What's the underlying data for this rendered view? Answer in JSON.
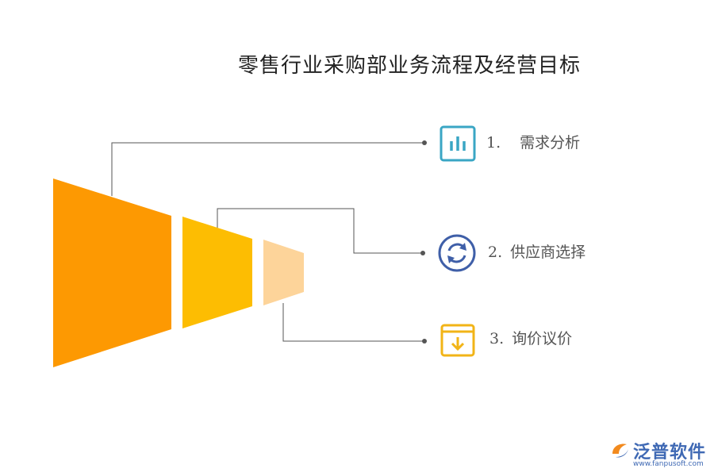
{
  "title": "零售行业采购部业务流程及经营目标",
  "steps": [
    {
      "num": "1.",
      "label": "需求分析",
      "icon": "bar-chart-icon",
      "color": "#3aa6c4"
    },
    {
      "num": "2.",
      "label": "供应商选择",
      "icon": "refresh-icon",
      "color": "#3f5fa8"
    },
    {
      "num": "3.",
      "label": "询价议价",
      "icon": "download-box-icon",
      "color": "#f2b417"
    }
  ],
  "funnel_colors": [
    "#fd9902",
    "#fdbd02",
    "#fdd49a"
  ],
  "logo": {
    "name": "泛普软件",
    "url": "www.fanpusoft.com"
  }
}
